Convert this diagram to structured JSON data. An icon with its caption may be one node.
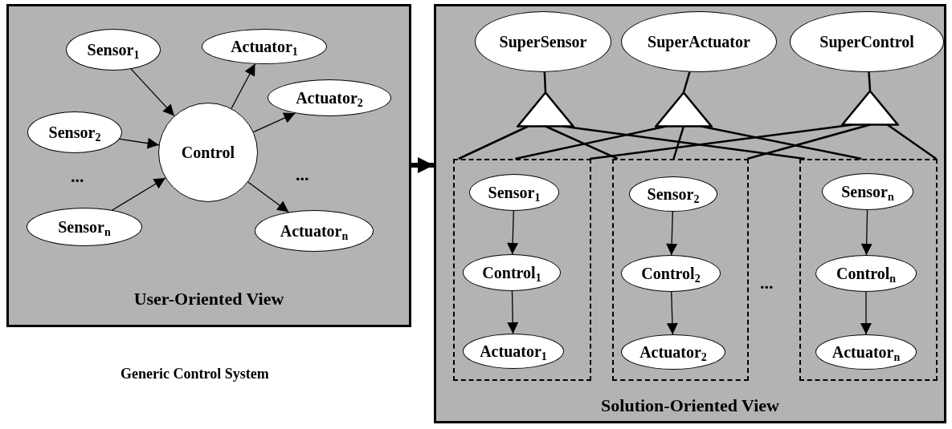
{
  "diagram": {
    "nodes": [
      {
        "text": [
          "User-Oriented View"
        ]
      },
      {
        "text": [
          "Sensor$_{1}$"
        ],
        "in": 0
      },
      {
        "text": [
          "Actuator$_{1}$"
        ],
        "in": 0
      },
      {
        "text": [
          "Actuator$_{2}$"
        ],
        "in": 0
      },
      {
        "text": [
          "Sensor$_{2}$"
        ],
        "in": 0
      },
      {
        "text": [
          "Control"
        ],
        "in": 0
      },
      {
        "text": [
          "Sensor$_{n}$"
        ],
        "in": 0
      },
      {
        "text": [
          "Actuator$_{n}$"
        ],
        "in": 0
      },
      {
        "text": [
          "Solution-Oriented View"
        ]
      },
      {
        "text": [
          "SuperSensor"
        ],
        "in": 8
      },
      {
        "text": [
          "SuperActuator"
        ],
        "in": 8
      },
      {
        "text": [
          "SuperControl"
        ],
        "in": 8
      },
      {
        "text": [],
        "shape": "triangle",
        "in": 8
      },
      {
        "text": [],
        "shape": "triangle",
        "in": 8
      },
      {
        "text": [],
        "shape": "triangle",
        "in": 8
      },
      {
        "text": [],
        "shape": "box",
        "in": 8
      },
      {
        "text": [
          "Sensor$_{1}$"
        ],
        "in": 15
      },
      {
        "text": [
          "Control$_{1}$"
        ],
        "in": 15
      },
      {
        "text": [
          "Actuator$_{1}$"
        ],
        "in": 15
      },
      {
        "text": [],
        "shape": "box",
        "in": 8
      },
      {
        "text": [
          "Sensor$_{2}$"
        ],
        "in": 19
      },
      {
        "text": [
          "Control$_{2}$"
        ],
        "in": 19
      },
      {
        "text": [
          "Actuator$_{2}$"
        ],
        "in": 19
      },
      {
        "text": [],
        "shape": "box",
        "in": 8
      },
      {
        "text": [
          "Sensor$_{n}$"
        ],
        "in": 23
      },
      {
        "text": [
          "Control$_{n}$"
        ],
        "in": 23
      },
      {
        "text": [
          "Actuator$_{n}$"
        ],
        "in": 23
      }
    ],
    "edges": [
      {
        "from": 1,
        "to": 5,
        "arrow": "to"
      },
      {
        "from": 4,
        "to": 5,
        "arrow": "to"
      },
      {
        "from": 6,
        "to": 5,
        "arrow": "to"
      },
      {
        "from": 5,
        "to": 2,
        "arrow": "to"
      },
      {
        "from": 5,
        "to": 3,
        "arrow": "to"
      },
      {
        "from": 5,
        "to": 7,
        "arrow": "to"
      },
      {
        "from": 0,
        "to": 8,
        "arrow": "to",
        "style": "thick"
      },
      {
        "from": 9,
        "to": 12,
        "arrow": "none"
      },
      {
        "from": 10,
        "to": 13,
        "arrow": "none"
      },
      {
        "from": 11,
        "to": 14,
        "arrow": "none"
      },
      {
        "from": 12,
        "to": 15,
        "arrow": "none"
      },
      {
        "from": 12,
        "to": 19,
        "arrow": "none"
      },
      {
        "from": 12,
        "to": 23,
        "arrow": "none"
      },
      {
        "from": 13,
        "to": 15,
        "arrow": "none"
      },
      {
        "from": 13,
        "to": 19,
        "arrow": "none"
      },
      {
        "from": 13,
        "to": 23,
        "arrow": "none"
      },
      {
        "from": 14,
        "to": 15,
        "arrow": "none"
      },
      {
        "from": 14,
        "to": 19,
        "arrow": "none"
      },
      {
        "from": 14,
        "to": 23,
        "arrow": "none"
      },
      {
        "from": 16,
        "to": 17,
        "arrow": "to"
      },
      {
        "from": 17,
        "to": 18,
        "arrow": "to"
      },
      {
        "from": 20,
        "to": 21,
        "arrow": "to"
      },
      {
        "from": 21,
        "to": 22,
        "arrow": "to"
      },
      {
        "from": 24,
        "to": 25,
        "arrow": "to"
      },
      {
        "from": 25,
        "to": 26,
        "arrow": "to"
      }
    ],
    "labels": [
      "...",
      "...",
      "...",
      "Generic Control System"
    ]
  }
}
